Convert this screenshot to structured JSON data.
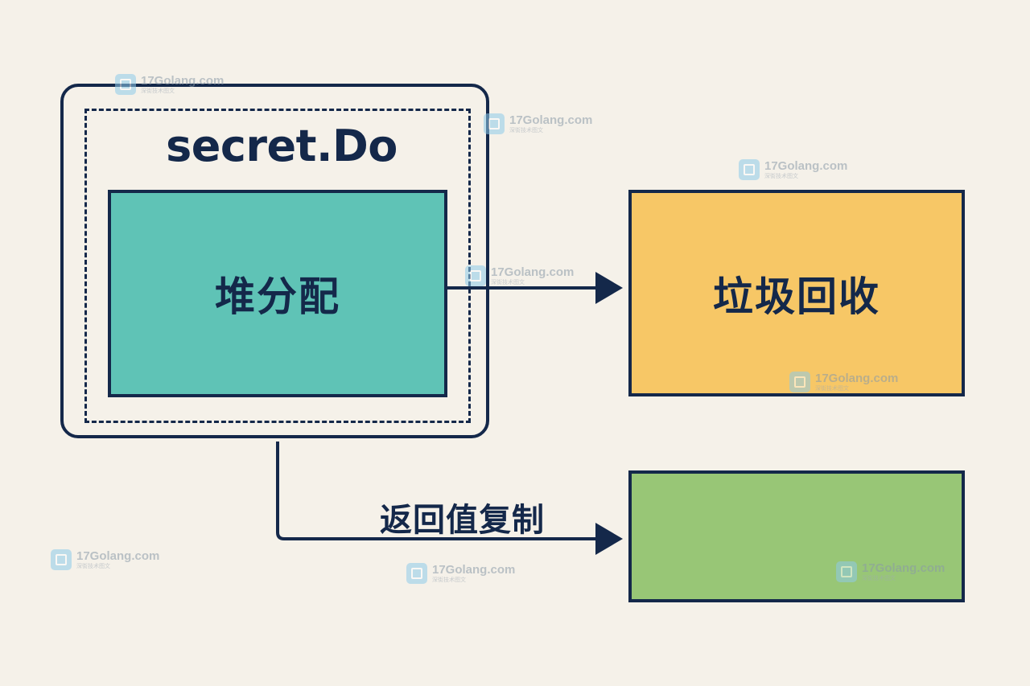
{
  "diagram": {
    "function_label": "secret.Do",
    "nodes": {
      "heap_allocation": "堆分配",
      "garbage_collection": "垃圾回收",
      "copy_target": ""
    },
    "edges": [
      {
        "from": "heap_allocation",
        "to": "garbage_collection",
        "label": ""
      },
      {
        "from": "function",
        "to": "copy_target",
        "label": "返回值复制"
      }
    ],
    "colors": {
      "stroke": "#14284a",
      "background": "#f5f1e9",
      "heap_fill": "#5fc3b6",
      "gc_fill": "#f7c766",
      "copy_fill": "#98c676"
    }
  },
  "watermark": {
    "site": "17Golang.com",
    "tagline": "深街技术图文",
    "icon": "logo-icon"
  }
}
